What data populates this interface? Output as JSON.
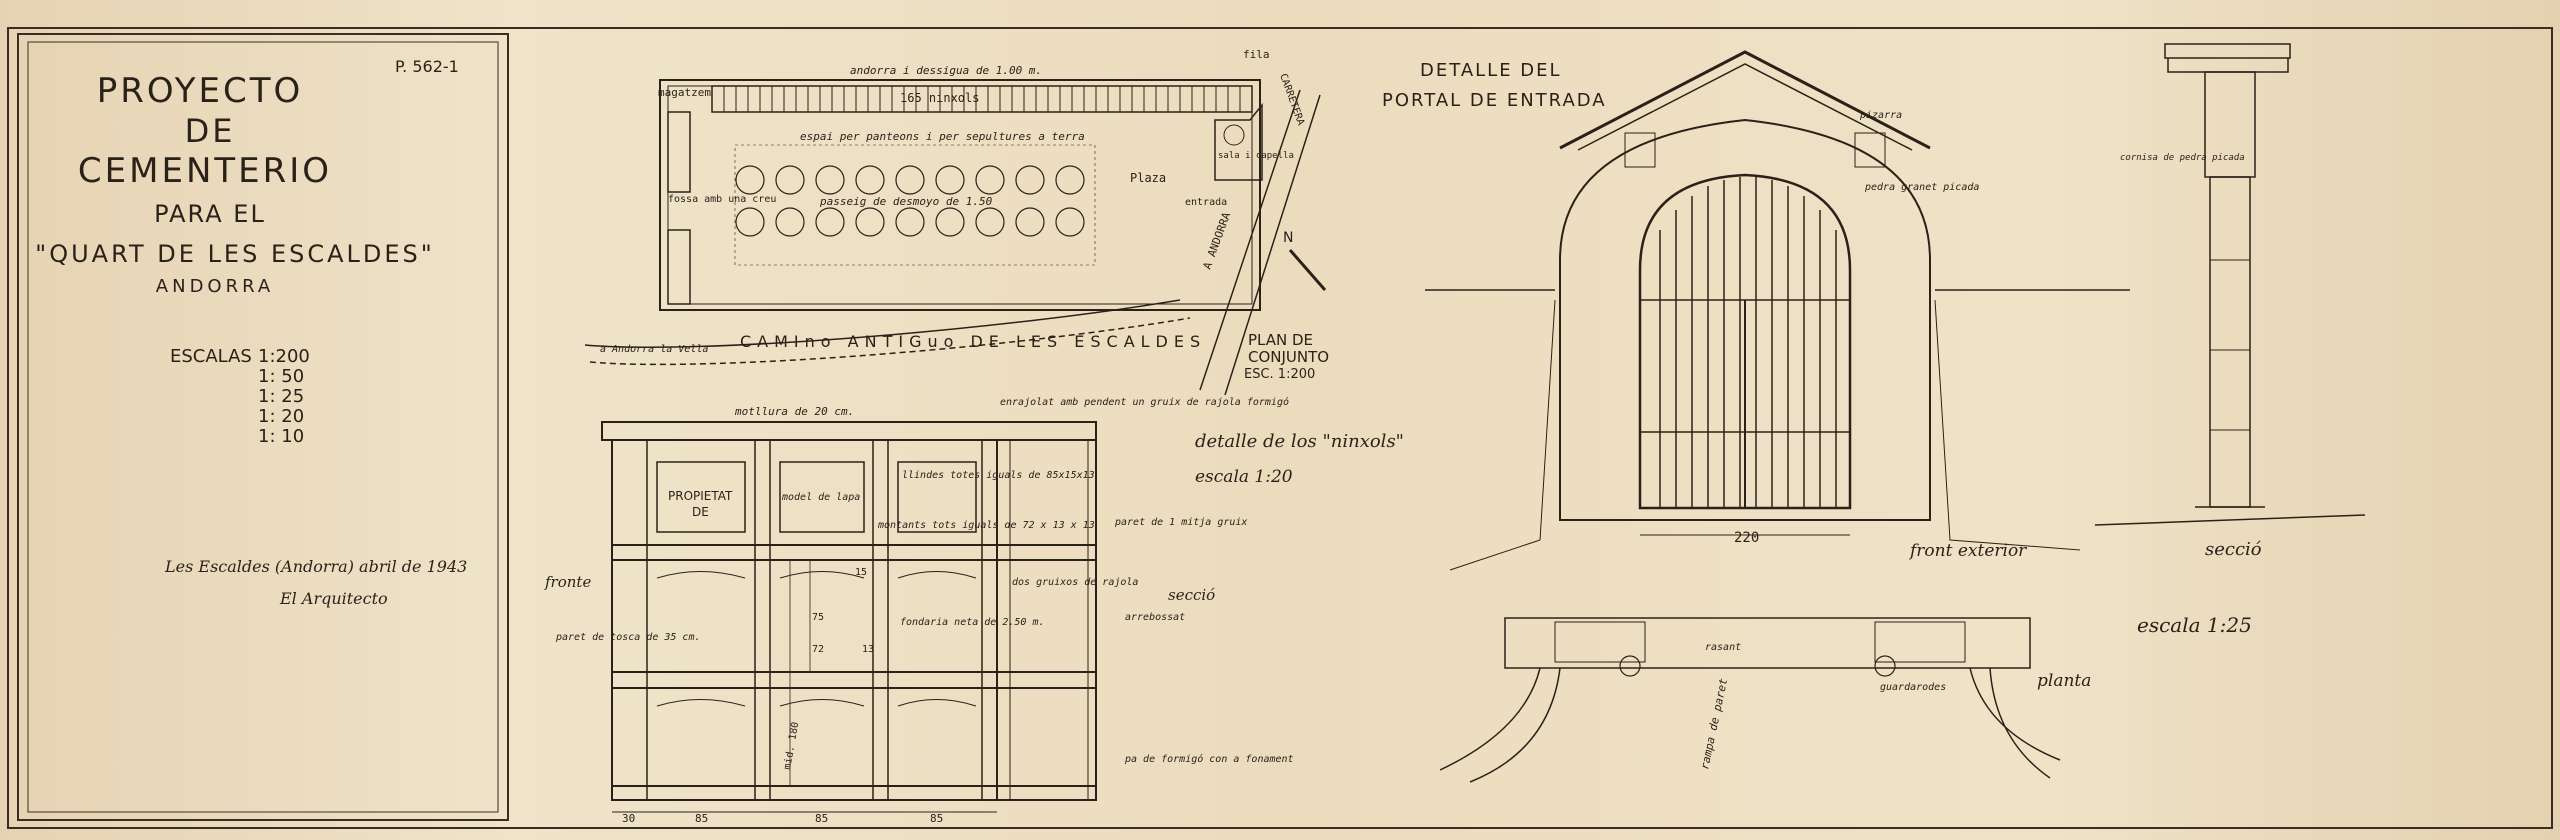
{
  "title_block": {
    "ref": "P. 562-1",
    "line1": "PROYECTO",
    "line2": "DE",
    "line3": "CEMENTERIO",
    "line4": "PARA EL",
    "line5": "\"QUART DE LES ESCALDES\"",
    "line6": "ANDORRA",
    "scales_label": "ESCALAS",
    "scales": [
      "1:200",
      "1: 50",
      "1: 25",
      "1: 20",
      "1: 10"
    ],
    "place_date": "Les Escaldes (Andorra) abril de 1943",
    "signature": "El Arquitecto"
  },
  "plan": {
    "top_dim": "andorra i dessigua de 1.00 m.",
    "fila": "fila",
    "magatzem": "magatzem",
    "nichos": "165 ninxols",
    "space_label": "espai per panteons i per sepultures a terra",
    "passeig": "passeig de desmoyo de 1.50",
    "fossa": "fossa amb una creu",
    "plaza": "Plaza",
    "capilla": "sala i capella",
    "entrada": "entrada",
    "carretera": "CARRETERA",
    "andorra_road": "A ANDORRA",
    "north": "N",
    "camino": "CAMIno ANTIGuo DE LES ESCALDES",
    "la_vella": "a Andorra la Vella",
    "plan_title": "PLAN DE",
    "plan_title2": "CONJUNTO",
    "plan_scale": "ESC. 1:200"
  },
  "niches": {
    "top_note": "motllura de 20 cm.",
    "tile_note": "enrajolat amb pendent un gruix de rajola formigó",
    "plaque1": "PROPIETAT",
    "plaque2": "DE",
    "model": "model de lapa",
    "lindes": "llindes totes iguals de 85x15x13",
    "montants": "montants tots iguals de 72 x 13 x 13",
    "paret_ext": "paret de 1 mitja gruix",
    "dos_gruixos": "dos gruixos de rajola",
    "fondaria": "fondaria neta de 2.50 m.",
    "fronte": "fronte",
    "paret_tosca": "paret de tosca de 35 cm.",
    "seccio": "secció",
    "arrebossat": "arrebossat",
    "base": "pa de formigó con a fonament",
    "dim75": "75",
    "dim15": "15",
    "dim72": "72",
    "dim13": "13",
    "dim180": "mid. 180",
    "dims_bottom": [
      "30",
      "85",
      "85",
      "85"
    ],
    "title": "detalle de los \"ninxols\"",
    "scale": "escala 1:20"
  },
  "portal": {
    "title1": "DETALLE DEL",
    "title2": "PORTAL DE ENTRADA",
    "pizarra": "pizarra",
    "granito": "pedra granet picada",
    "width": "220",
    "front": "front exterior",
    "planta": "planta",
    "rampa": "rampa de paret",
    "guardarodes": "guardarodes",
    "rasant": "rasant",
    "scale": "escala 1:25"
  },
  "pillar": {
    "note": "cornisa de pedra picada",
    "label": "secció"
  }
}
